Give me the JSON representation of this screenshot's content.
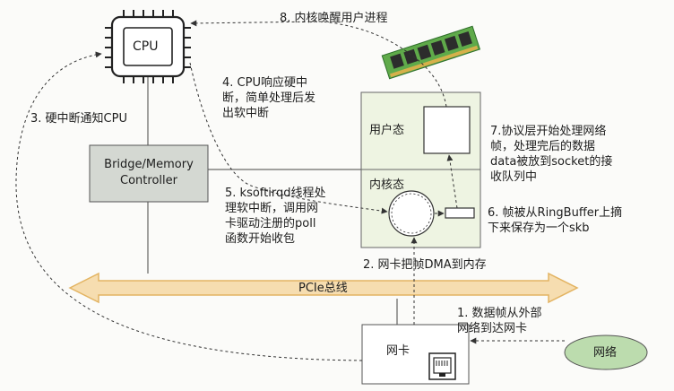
{
  "components": {
    "cpu": "CPU",
    "bridge_line1": "Bridge/Memory",
    "bridge_line2": "Controller",
    "user_mode": "用户态",
    "kernel_mode": "内核态",
    "pcie_bus": "PCIe总线",
    "nic": "网卡",
    "network": "网络"
  },
  "steps": {
    "s1_line1": "1. 数据帧从外部",
    "s1_line2": "网络到达网卡",
    "s2": "2. 网卡把帧DMA到内存",
    "s3": "3. 硬中断通知CPU",
    "s4_line1": "4. CPU响应硬中",
    "s4_line2": "断，简单处理后发",
    "s4_line3": "出软中断",
    "s5_line1": "5. ksoftirqd线程处",
    "s5_line2": "理软中断，调用网",
    "s5_line3": "卡驱动注册的poll",
    "s5_line4": "函数开始收包",
    "s6_line1": "6. 帧被从RingBuffer上摘",
    "s6_line2": "下来保存为一个skb",
    "s7_line1": "7.协议层开始处理网络",
    "s7_line2": "帧，处理完后的数据",
    "s7_line3": "data被放到socket的接",
    "s7_line4": "收队列中",
    "s8": "8. 内核唤醒用户进程"
  },
  "colors": {
    "bus_fill": "#f6ddb0",
    "bus_stroke": "#e3b463",
    "region_fill": "#eef4e2",
    "bridge_fill": "#d4d8d2",
    "network_fill": "#bcdcae",
    "ram_board": "#5faa4a"
  },
  "icons": {
    "cpu": "cpu-chip-icon",
    "memory": "ram-stick-icon",
    "ring_buffer": "ring-buffer-icon",
    "port": "ethernet-port-icon"
  }
}
